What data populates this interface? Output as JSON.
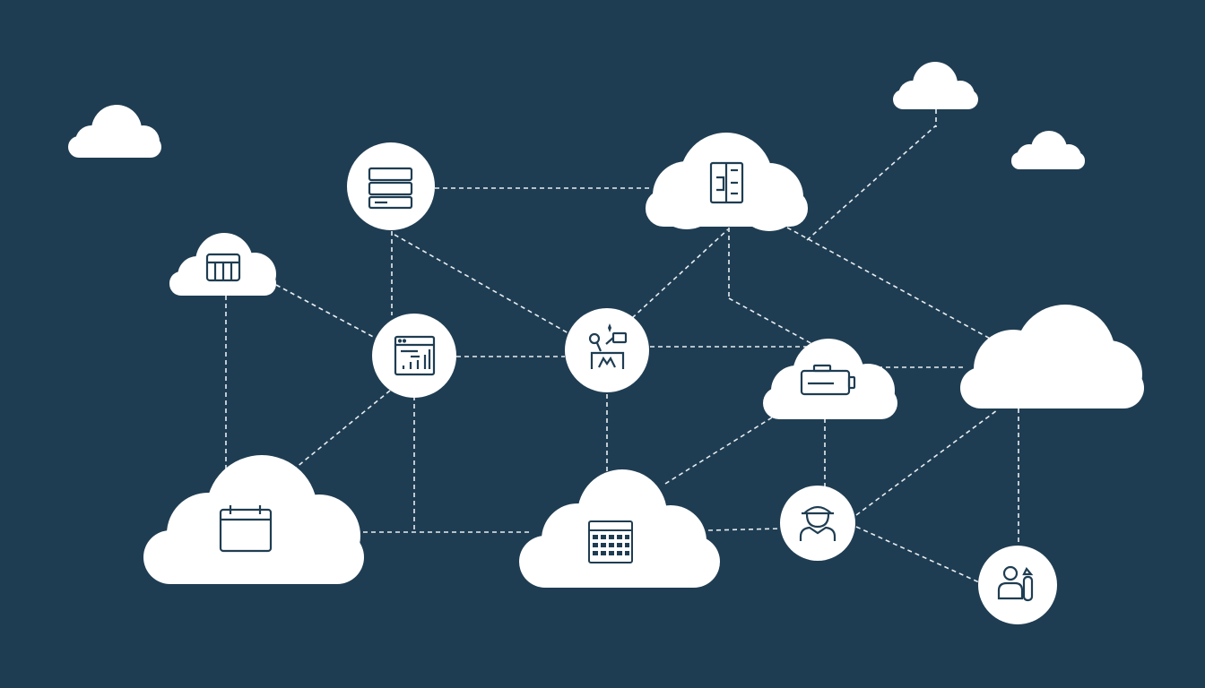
{
  "colors": {
    "background": "#1f3d52",
    "node_fill": "#ffffff",
    "icon_stroke": "#1f3d52",
    "connector": "#e8eef2"
  },
  "nodes": [
    {
      "id": "cloud-top-left",
      "shape": "cloud",
      "icon": "none"
    },
    {
      "id": "cloud-top-right-upper",
      "shape": "cloud",
      "icon": "none"
    },
    {
      "id": "cloud-top-right-small",
      "shape": "cloud",
      "icon": "none"
    },
    {
      "id": "server-node",
      "shape": "circle",
      "icon": "server-icon"
    },
    {
      "id": "document-cloud",
      "shape": "cloud",
      "icon": "document-icon"
    },
    {
      "id": "storage-cloud",
      "shape": "cloud",
      "icon": "storage-icon"
    },
    {
      "id": "dashboard-node",
      "shape": "circle",
      "icon": "dashboard-icon"
    },
    {
      "id": "robot-node",
      "shape": "circle",
      "icon": "robot-icon"
    },
    {
      "id": "battery-cloud",
      "shape": "cloud",
      "icon": "battery-icon"
    },
    {
      "id": "large-cloud-right",
      "shape": "cloud",
      "icon": "none"
    },
    {
      "id": "calendar-cloud",
      "shape": "cloud",
      "icon": "calendar-icon"
    },
    {
      "id": "keypad-cloud",
      "shape": "cloud",
      "icon": "keypad-icon"
    },
    {
      "id": "worker-node",
      "shape": "circle",
      "icon": "worker-icon"
    },
    {
      "id": "people-node",
      "shape": "circle",
      "icon": "people-icon"
    }
  ]
}
